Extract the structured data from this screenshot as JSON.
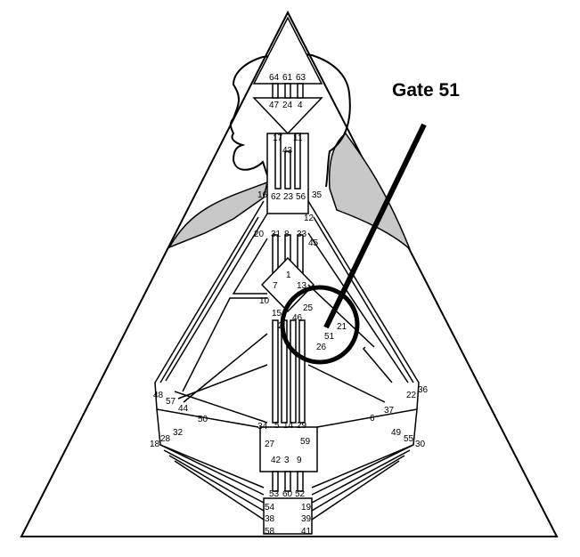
{
  "callout": {
    "label": "Gate 51",
    "gate": "51"
  },
  "gates": [
    "64",
    "61",
    "63",
    "47",
    "24",
    "4",
    "17",
    "11",
    "43",
    "16",
    "62",
    "23",
    "56",
    "35",
    "12",
    "20",
    "31",
    "8",
    "33",
    "45",
    "7",
    "1",
    "13",
    "10",
    "25",
    "15",
    "2",
    "46",
    "21",
    "51",
    "26",
    "48",
    "57",
    "44",
    "50",
    "22",
    "36",
    "37",
    "6",
    "34",
    "5",
    "14",
    "29",
    "27",
    "59",
    "32",
    "28",
    "18",
    "49",
    "55",
    "30",
    "42",
    "3",
    "9",
    "53",
    "60",
    "52",
    "54",
    "19",
    "38",
    "39",
    "58",
    "41"
  ],
  "colors": {
    "stroke": "#000000",
    "shade": "#c8c8c8",
    "background": "#ffffff"
  }
}
